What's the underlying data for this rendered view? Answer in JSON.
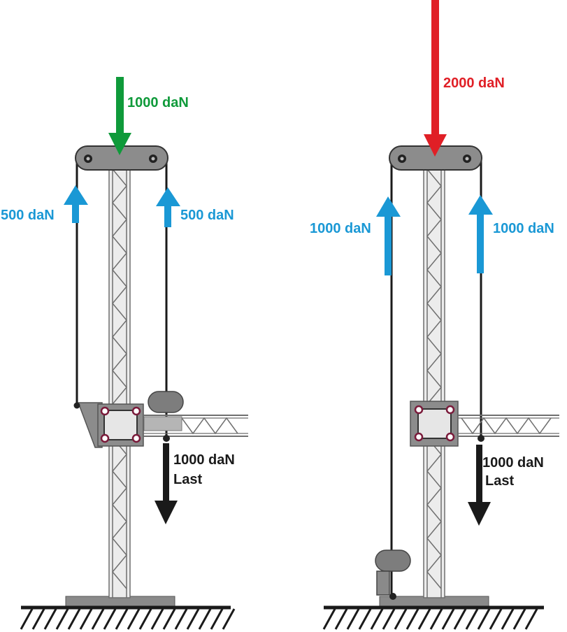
{
  "colors": {
    "green": "#0f9a3a",
    "red": "#e01f26",
    "blue": "#1a98d5",
    "black": "#1a1a1a",
    "truss_fill": "#d9d9d9",
    "truss_line": "#6f6f6f",
    "pulley_fill": "#8c8c8c",
    "motor_fill": "#7d7d7d",
    "ground": "#1a1a1a"
  },
  "left": {
    "top_load": "1000 daN",
    "rope_left": "500 daN",
    "rope_right": "500 daN",
    "load_value": "1000 daN",
    "load_word": "Last"
  },
  "right": {
    "top_load": "2000 daN",
    "rope_left": "1000 daN",
    "rope_right": "1000 daN",
    "load_value": "1000 daN",
    "load_word": "Last"
  },
  "icons": {
    "pulley_head": "pulley-head-icon",
    "hoist_motor": "chain-hoist-icon",
    "ground": "ground-hatch-icon"
  }
}
